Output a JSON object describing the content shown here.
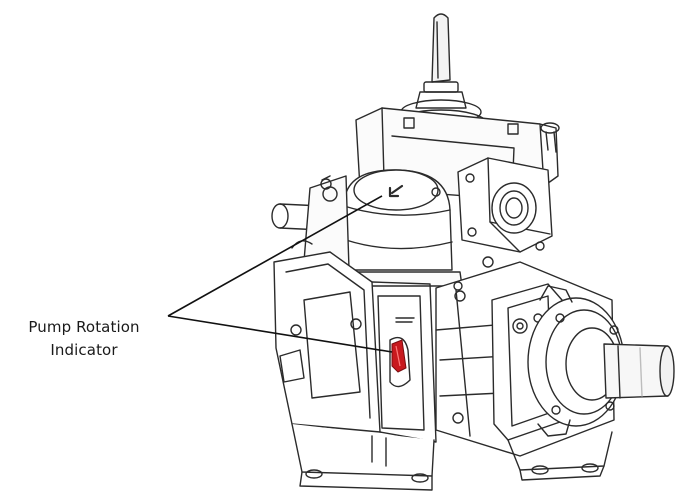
{
  "callout": {
    "line1": "Pump Rotation",
    "line2": "Indicator"
  },
  "icons": {
    "rotation_arrow": "rotation-arrow-icon",
    "indicator_mark": "red-rotation-indicator"
  },
  "colors": {
    "line_art": "#2b2b2b",
    "indicator_red": "#c8191e",
    "background": "#ffffff"
  }
}
